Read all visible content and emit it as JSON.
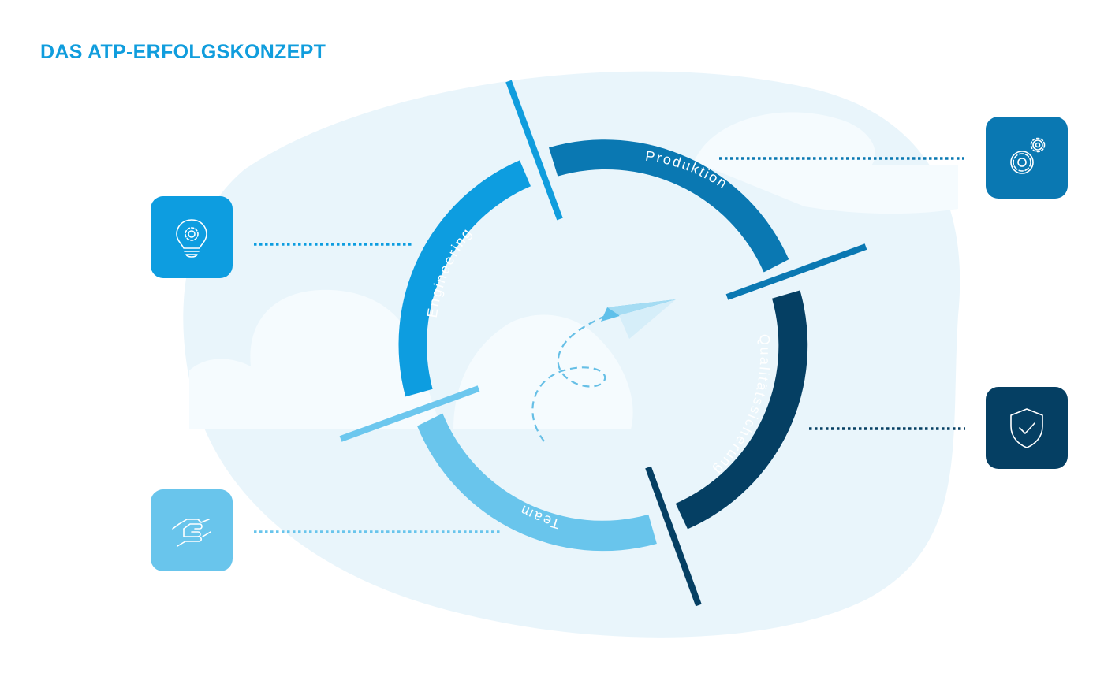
{
  "title": "DAS ATP-ERFOLGSKONZEPT",
  "segments": [
    {
      "id": "engineering",
      "label": "Engineering",
      "color": "#0d9de0",
      "icon": "lightbulb-gear-icon"
    },
    {
      "id": "produktion",
      "label": "Produktion",
      "color": "#0a78b2",
      "icon": "gears-icon"
    },
    {
      "id": "qualitaet",
      "label": "Qualitätssicherung",
      "color": "#053f63",
      "icon": "shield-check-icon"
    },
    {
      "id": "team",
      "label": "Team",
      "color": "#69c5ec",
      "icon": "handshake-icon"
    }
  ],
  "colors": {
    "title": "#109ddd",
    "background_cloud": "#e9f5fb",
    "cloud_light": "#f5fbfe",
    "paper_plane": "#5fc0ea",
    "dotted_path": "#66bfe6"
  }
}
